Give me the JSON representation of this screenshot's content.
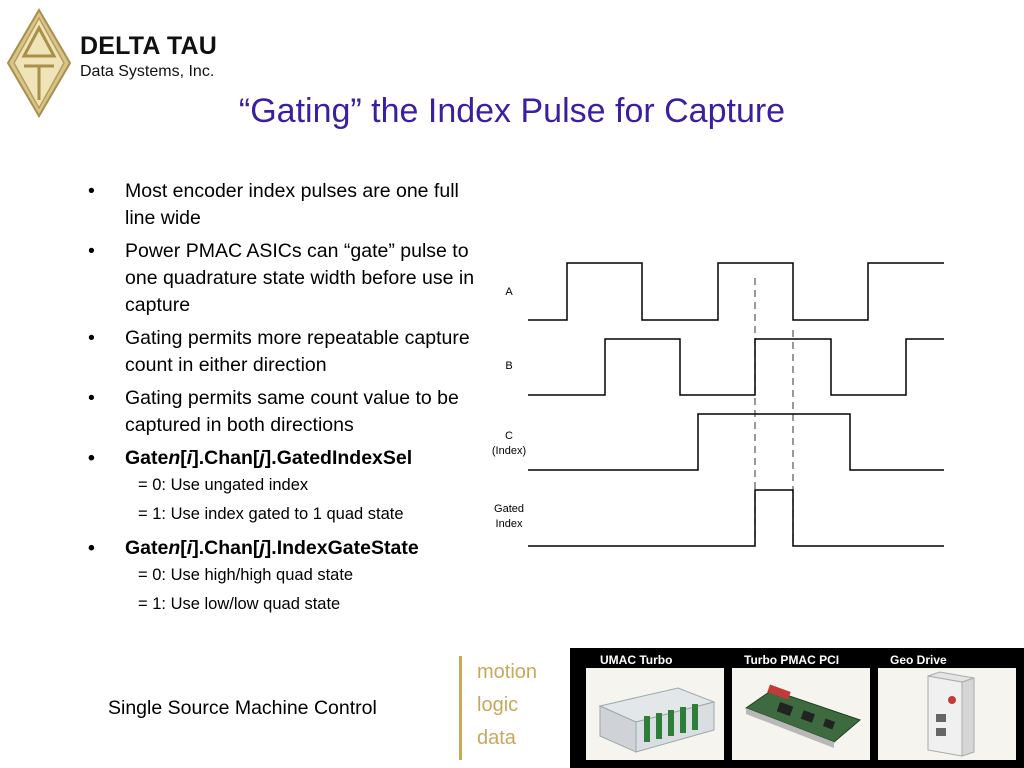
{
  "brand": {
    "name": "DELTA TAU",
    "subtitle": "Data Systems, Inc."
  },
  "title": "“Gating” the Index Pulse for Capture",
  "bullets": [
    {
      "text": "Most encoder index pulses are one full line wide"
    },
    {
      "text": "Power PMAC ASICs can “gate” pulse to one quadrature state width before use in capture"
    },
    {
      "text": "Gating permits more repeatable capture count in either direction"
    },
    {
      "text": "Gating permits same count value to be captured in both directions"
    }
  ],
  "param1": {
    "p1": "Gate",
    "n": "n",
    "p2": "[",
    "i": "i",
    "p3": "].Chan[",
    "j": "j",
    "p4": "].GatedIndexSel",
    "options": [
      "= 0: Use ungated index",
      "= 1: Use index gated to 1 quad state"
    ]
  },
  "param2": {
    "p1": "Gate",
    "n": "n",
    "p2": "[",
    "i": "i",
    "p3": "].Chan[",
    "j": "j",
    "p4": "].IndexGateState",
    "options": [
      "= 0: Use high/high quad state",
      "= 1: Use low/low quad state"
    ]
  },
  "timing_diagram": {
    "signals": [
      {
        "label": [
          "A"
        ]
      },
      {
        "label": [
          "B"
        ]
      },
      {
        "label": [
          "C",
          "(Index)"
        ]
      },
      {
        "label": [
          "Gated",
          "Index"
        ]
      }
    ]
  },
  "footer": {
    "text": "Single Source Machine Control",
    "tags": [
      "motion",
      "logic",
      "data"
    ]
  },
  "products": [
    {
      "label": "UMAC Turbo"
    },
    {
      "label": "Turbo PMAC PCI"
    },
    {
      "label": "Geo Drive"
    }
  ],
  "colors": {
    "title": "#3a1fa0",
    "gold": "#c9a85a",
    "product_bg": "#000000"
  }
}
